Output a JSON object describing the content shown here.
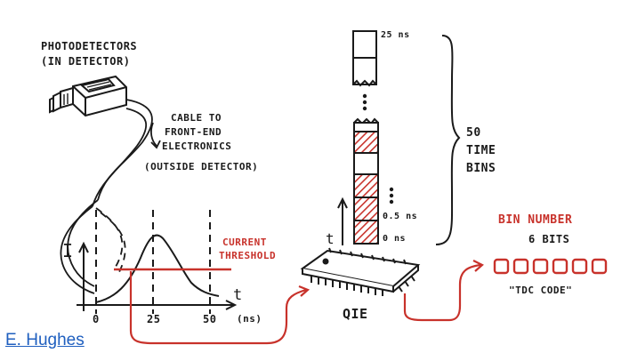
{
  "labels": {
    "photodetectors_line1": "PHOTODETECTORS",
    "photodetectors_line2": "(IN DETECTOR)",
    "cable_line1": "CABLE TO",
    "cable_line2": "FRONT-END",
    "cable_line3": "ELECTRONICS",
    "cable_line4": "(OUTSIDE DETECTOR)",
    "current_axis": "I",
    "time_axis": "t",
    "time_unit": "(ns)",
    "tick_0": "0",
    "tick_25": "25",
    "tick_50": "50",
    "threshold_line1": "CURRENT",
    "threshold_line2": "THRESHOLD",
    "bin_top": "25 ns",
    "bin_half": "0.5 ns",
    "bin_zero": "0 ns",
    "bin_axis": "t",
    "time_bins_line1": "50",
    "time_bins_line2": "TIME",
    "time_bins_line3": "BINS",
    "chip_label": "QIE",
    "bin_number": "BIN NUMBER",
    "bits": "6 BITS",
    "tdc_code": "\"TDC CODE\"",
    "credit": "E. Hughes"
  },
  "colors": {
    "ink": "#1a1a1a",
    "red": "#c8322b",
    "link": "#1f5fbf"
  },
  "tdc_bits": 6
}
